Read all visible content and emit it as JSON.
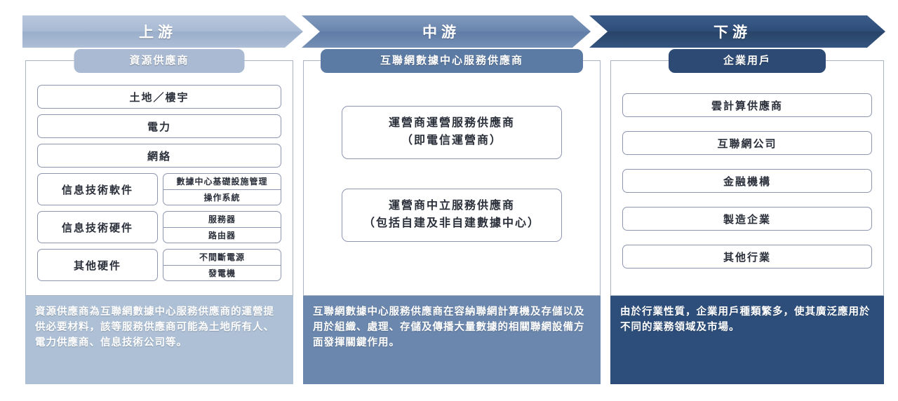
{
  "banners": [
    {
      "label": "上游",
      "color": "#a8bad4"
    },
    {
      "label": "中游",
      "color": "#6b86ae"
    },
    {
      "label": "下游",
      "color": "#2e4d79"
    }
  ],
  "columns": {
    "upstream": {
      "header": "資源供應商",
      "header_color": "#aabad3",
      "items": [
        {
          "label": "土地／樓宇"
        },
        {
          "label": "電力"
        },
        {
          "label": "網絡"
        }
      ],
      "split_items": [
        {
          "label": "信息技術軟件",
          "subs": [
            "數據中心基礎設施管理",
            "操作系統"
          ]
        },
        {
          "label": "信息技術硬件",
          "subs": [
            "服務器",
            "路由器"
          ]
        },
        {
          "label": "其他硬件",
          "subs": [
            "不間斷電源",
            "發電機"
          ]
        }
      ],
      "description": "資源供應商為互聯網數據中心服務供應商的運營提供必要材料，該等服務供應商可能為土地所有人、電力供應商、信息技術公司等。",
      "description_color": "#adc0d6"
    },
    "midstream": {
      "header": "互聯網數據中心服務供應商",
      "header_color": "#5b7ba5",
      "boxes": [
        {
          "line1": "運營商運營服務供應商",
          "line2": "（即電信運營商）"
        },
        {
          "line1": "運營商中立服務供應商",
          "line2": "（包括自建及非自建數據中心）"
        }
      ],
      "description": "互聯網數據中心服務供應商在容納聯網計算機及存儲以及用於組織、處理、存儲及傳播大量數據的相關聯網設備方面發揮關鍵作用。",
      "description_color": "#6b87ae"
    },
    "downstream": {
      "header": "企業用戶",
      "header_color": "#2c4a74",
      "items": [
        {
          "label": "雲計算供應商"
        },
        {
          "label": "互聯網公司"
        },
        {
          "label": "金融機構"
        },
        {
          "label": "製造企業"
        },
        {
          "label": "其他行業"
        }
      ],
      "description": "由於行業性質，企業用戶種類繁多，使其廣泛應用於不同的業務領域及市場。",
      "description_color": "#2d4e7b"
    }
  }
}
